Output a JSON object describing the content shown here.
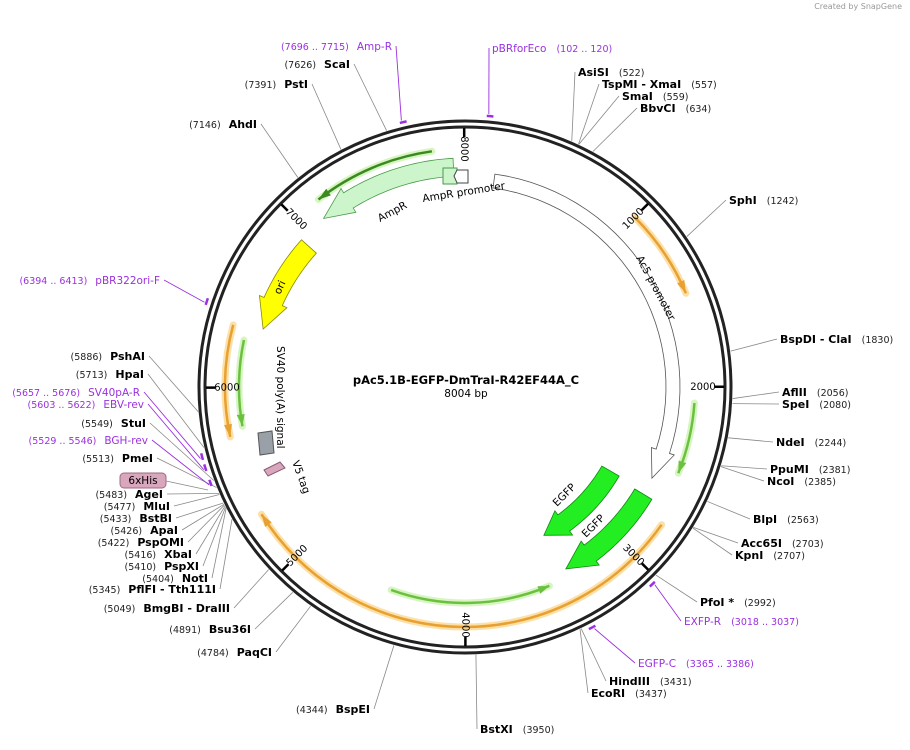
{
  "credit": "Created by SnapGene",
  "plasmid": {
    "name": "pAc5.1B-EGFP-DmTraI-R42EF44A_C",
    "size": "8004 bp"
  },
  "ticks": [
    "1000",
    "2000",
    "3000",
    "4000",
    "5000",
    "6000",
    "7000",
    "8000"
  ],
  "features": {
    "ampr": "AmpR",
    "ampr_promoter": "AmpR promoter",
    "ac5_promoter": "Ac5 promoter",
    "ori": "ori",
    "sv40": "SV40 poly(A) signal",
    "v5": "V5 tag",
    "egfp1": "EGFP",
    "egfp2": "EGFP",
    "his": "6xHis"
  },
  "enzymes": [
    {
      "name": "AsiSI",
      "pos": "(522)"
    },
    {
      "name": "TspMI   - XmaI",
      "pos": "(557)"
    },
    {
      "name": "SmaI",
      "pos": "(559)"
    },
    {
      "name": "BbvCI",
      "pos": "(634)"
    },
    {
      "name": "SphI",
      "pos": "(1242)"
    },
    {
      "name": "BspDI   - ClaI",
      "pos": "(1830)"
    },
    {
      "name": "AflII",
      "pos": "(2056)"
    },
    {
      "name": "SpeI",
      "pos": "(2080)"
    },
    {
      "name": "NdeI",
      "pos": "(2244)"
    },
    {
      "name": "PpuMI",
      "pos": "(2381)"
    },
    {
      "name": "NcoI",
      "pos": "(2385)"
    },
    {
      "name": "BlpI",
      "pos": "(2563)"
    },
    {
      "name": "Acc65I",
      "pos": "(2703)"
    },
    {
      "name": "KpnI",
      "pos": "(2707)"
    },
    {
      "name": "PfoI *",
      "pos": "(2992)"
    },
    {
      "name": "HindIII",
      "pos": "(3431)"
    },
    {
      "name": "EcoRI",
      "pos": "(3437)"
    },
    {
      "name": "BstXI",
      "pos": "(3950)"
    },
    {
      "name": "BspEI",
      "pos": "(4344)"
    },
    {
      "name": "PaqCI",
      "pos": "(4784)"
    },
    {
      "name": "Bsu36I",
      "pos": "(4891)"
    },
    {
      "name": "BmgBI   - DraIII",
      "pos": "(5049)"
    },
    {
      "name": "PflFI   - Tth111I",
      "pos": "(5345)"
    },
    {
      "name": "NotI",
      "pos": "(5404)"
    },
    {
      "name": "PspXI",
      "pos": "(5410)"
    },
    {
      "name": "XbaI",
      "pos": "(5416)"
    },
    {
      "name": "PspOMI",
      "pos": "(5422)"
    },
    {
      "name": "ApaI",
      "pos": "(5426)"
    },
    {
      "name": "BstBI",
      "pos": "(5433)"
    },
    {
      "name": "MluI",
      "pos": "(5477)"
    },
    {
      "name": "AgeI",
      "pos": "(5483)"
    },
    {
      "name": "PmeI",
      "pos": "(5513)"
    },
    {
      "name": "StuI",
      "pos": "(5549)"
    },
    {
      "name": "HpaI",
      "pos": "(5713)"
    },
    {
      "name": "PshAI",
      "pos": "(5886)"
    },
    {
      "name": "AhdI",
      "pos": "(7146)"
    },
    {
      "name": "PstI",
      "pos": "(7391)"
    },
    {
      "name": "ScaI",
      "pos": "(7626)"
    }
  ],
  "primers": [
    {
      "name": "Amp-R",
      "range": "(7696 .. 7715)"
    },
    {
      "name": "pBRforEco",
      "range": "(102 .. 120)"
    },
    {
      "name": "pBR322ori-F",
      "range": "(6394 .. 6413)"
    },
    {
      "name": "SV40pA-R",
      "range": "(5657 .. 5676)"
    },
    {
      "name": "EBV-rev",
      "range": "(5603 .. 5622)"
    },
    {
      "name": "BGH-rev",
      "range": "(5529 .. 5546)"
    },
    {
      "name": "EXFP-R",
      "range": "(3018 .. 3037)"
    },
    {
      "name": "EGFP-C",
      "range": "(3365 .. 3386)"
    }
  ],
  "colors": {
    "primer": "#9b30e0",
    "ampr": "#ccf5cc",
    "ori": "#ffff00",
    "egfp": "#22ee22",
    "orange_feature": "#e8a030",
    "green_feature": "#6cc040"
  }
}
